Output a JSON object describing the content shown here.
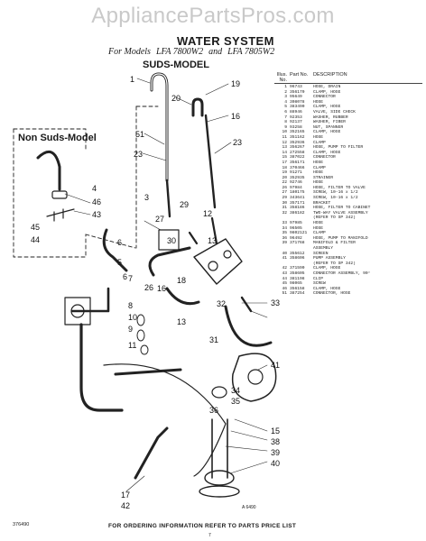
{
  "watermark": "AppliancePartsPros.com",
  "title": "WATER SYSTEM",
  "subtitle": {
    "prefix": "For Models",
    "model_a": "LFA 7800W2",
    "joiner": "and",
    "model_b": "LFA 7805W2"
  },
  "suds_label": "SUDS-MODEL",
  "non_suds_label": "Non Suds-Model",
  "parts_table": {
    "header": {
      "illus_no": "Illus. No.",
      "part_no": "Part No.",
      "description": "DESCRIPTION"
    },
    "rows": [
      [
        "1",
        "96743",
        "HOSE, DRAIN"
      ],
      [
        "2",
        "356170",
        "CLAMP, HOSE"
      ],
      [
        "3",
        "95649",
        "CONNECTOR"
      ],
      [
        "4",
        "308078",
        "HOSE"
      ],
      [
        "5",
        "383490",
        "CLAMP, HOSE"
      ],
      [
        "6",
        "88946",
        "VALVE, SIDE CHECK"
      ],
      [
        "7",
        "92353",
        "WASHER, RUBBER"
      ],
      [
        "8",
        "92137",
        "WASHER, FIBER"
      ],
      [
        "9",
        "93258",
        "NUT, SPANNER"
      ],
      [
        "10",
        "352165",
        "CLAMP, HOSE"
      ],
      [
        "11",
        "351162",
        "HOSE"
      ],
      [
        "12",
        "352936",
        "CLAMP"
      ],
      [
        "13",
        "356267",
        "HOSE, PUMP TO FILTER"
      ],
      [
        "14",
        "272558",
        "CLAMP, HOSE"
      ],
      [
        "15",
        "387022",
        "CONNECTOR"
      ],
      [
        "17",
        "356171",
        "HOSE"
      ],
      [
        "18",
        "370466",
        "CLAMP"
      ],
      [
        "19",
        "91271",
        "HOSE"
      ],
      [
        "20",
        "352935",
        "STRAINER"
      ],
      [
        "22",
        "92746",
        "HOSE"
      ],
      [
        "26",
        "97984",
        "HOSE, FILTER TO VALVE"
      ],
      [
        "27",
        "180175",
        "SCREW, 10-16 x 1/2"
      ],
      [
        "29",
        "343641",
        "SCREW, 10-16 x 1/2"
      ],
      [
        "30",
        "357171",
        "BRACKET"
      ],
      [
        "31",
        "358186",
        "HOSE, FILTER TO CABINET"
      ],
      [
        "32",
        "386182",
        "TWO-WAY VALVE ASSEMBLY"
      ],
      [
        "",
        "",
        "(REFER TO SP 342)"
      ],
      [
        "33",
        "97985",
        "HOSE"
      ],
      [
        "34",
        "96505",
        "HOSE"
      ],
      [
        "35",
        "9802121",
        "CLAMP"
      ],
      [
        "36",
        "96492",
        "HOSE, PUMP TO MANIFOLD"
      ],
      [
        "39",
        "371768",
        "MANIFOLD & FILTER"
      ],
      [
        "",
        "",
        "ASSEMBLY"
      ],
      [
        "40",
        "355612",
        "SCREEN"
      ],
      [
        "41",
        "358606",
        "PUMP ASSEMBLY"
      ],
      [
        "",
        "",
        "(REFER TO SP 342)"
      ],
      [
        "42",
        "371590",
        "CLAMP, HOSE"
      ],
      [
        "43",
        "358605",
        "CONNECTOR ASSEMBLY, 90°"
      ],
      [
        "44",
        "381198",
        "CLIP"
      ],
      [
        "45",
        "98065",
        "SCREW"
      ],
      [
        "46",
        "356158",
        "CLAMP, HOSE"
      ],
      [
        "51",
        "387254",
        "CONNECTOR, HOSE"
      ]
    ]
  },
  "callouts": [
    "1",
    "20",
    "19",
    "51",
    "16",
    "23",
    "23",
    "3",
    "27",
    "29",
    "4",
    "46",
    "43",
    "45",
    "44",
    "6",
    "5",
    "30",
    "12",
    "13",
    "6",
    "18",
    "26",
    "16",
    "13",
    "32",
    "33",
    "7",
    "8",
    "10",
    "9",
    "31",
    "11",
    "41",
    "34",
    "35",
    "36",
    "15",
    "38",
    "39",
    "40",
    "17",
    "42"
  ],
  "art_code": "A 6490",
  "footer_code": "376490",
  "footer_note": "FOR ORDERING INFORMATION REFER TO PARTS PRICE LIST",
  "page_number": "7"
}
